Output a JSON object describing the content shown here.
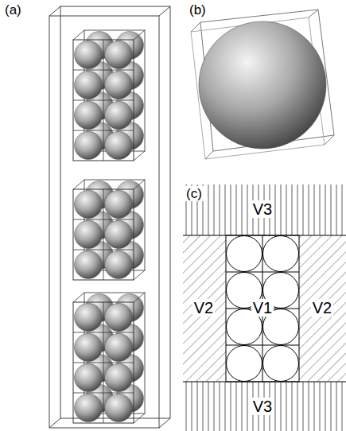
{
  "diagram": {
    "labels": [
      "(a)",
      "(b)",
      "(c)",
      "V3",
      "V2",
      "V1",
      "V2",
      "V3"
    ]
  }
}
